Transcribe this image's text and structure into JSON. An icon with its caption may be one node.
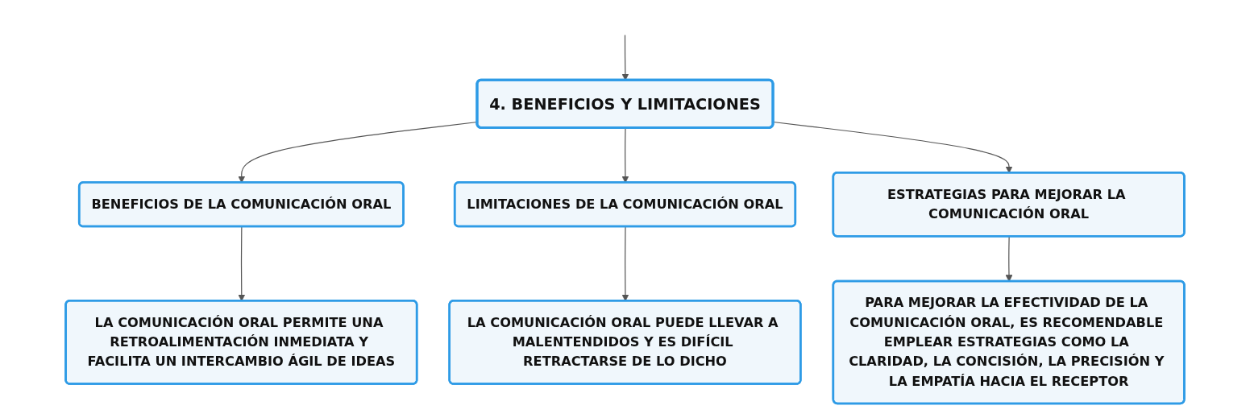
{
  "diagram": {
    "nodes": [
      {
        "text": [
          "4. BENEFICIOS Y LIMITACIONES"
        ]
      },
      {
        "text": [
          "BENEFICIOS DE LA COMUNICACIÓN ORAL"
        ]
      },
      {
        "text": [
          "LIMITACIONES DE LA COMUNICACIÓN ORAL"
        ]
      },
      {
        "text": [
          "ESTRATEGIAS PARA MEJORAR LA COMUNICACIÓN ORAL"
        ]
      },
      {
        "text": [
          "LA COMUNICACIÓN ORAL PERMITE UNA RETROALIMENTACIÓN INMEDIATA Y FACILITA UN INTERCAMBIO ÁGIL DE IDEAS"
        ]
      },
      {
        "text": [
          "LA COMUNICACIÓN ORAL PUEDE LLEVAR A MALENTENDIDOS Y ES DIFÍCIL RETRACTARSE DE LO DICHO"
        ]
      },
      {
        "text": [
          "PARA MEJORAR LA EFECTIVIDAD DE LA COMUNICACIÓN ORAL, ES RECOMENDABLE EMPLEAR ESTRATEGIAS COMO LA CLARIDAD, LA CONCISIÓN, LA PRECISIÓN Y LA EMPATÍA HACIA EL RECEPTOR"
        ]
      }
    ],
    "edges": [
      {
        "from": null,
        "to": 0,
        "arrow": "to"
      },
      {
        "from": 0,
        "to": 1,
        "arrow": "to"
      },
      {
        "from": 0,
        "to": 2,
        "arrow": "to"
      },
      {
        "from": 0,
        "to": 3,
        "arrow": "to"
      },
      {
        "from": 1,
        "to": 4,
        "arrow": "to"
      },
      {
        "from": 2,
        "to": 5,
        "arrow": "to"
      },
      {
        "from": 3,
        "to": 6,
        "arrow": "to"
      }
    ]
  }
}
